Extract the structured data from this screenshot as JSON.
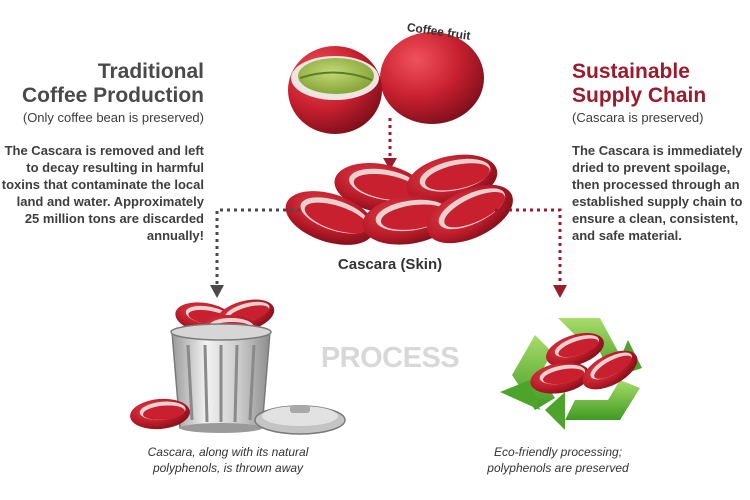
{
  "left": {
    "title_lines": [
      "Traditional",
      "Coffee Production"
    ],
    "subtitle": "(Only coffee bean is preserved)",
    "body": "The Cascara is removed and left to decay resulting in harmful toxins that contaminate the local land and water. Approximately 25 million tons are discarded annually!",
    "caption_lines": [
      "Cascara, along with its natural",
      "polyphenols, is thrown away"
    ]
  },
  "right": {
    "title_lines": [
      "Sustainable",
      "Supply Chain"
    ],
    "subtitle": "(Cascara is preserved)",
    "body": "The Cascara is immediately dried to prevent spoilage, then processed through an established supply chain to ensure a clean, consistent, and safe material.",
    "caption_lines": [
      "Eco-friendly processing;",
      "polyphenols are preserved"
    ]
  },
  "center": {
    "fruit_label": "Coffee fruit",
    "skin_label": "Cascara (Skin)",
    "process_label": "PROCESS"
  },
  "colors": {
    "brand_red": "#9c1b2a",
    "cherry_red": "#c8202f",
    "bean_green": "#8fb33c",
    "recycle_green": "#5fb332",
    "arrow_dark": "#4a4a4a"
  },
  "icons": [
    "coffee-fruit-icon",
    "cascara-skins-icon",
    "trash-can-icon",
    "recycle-icon"
  ]
}
